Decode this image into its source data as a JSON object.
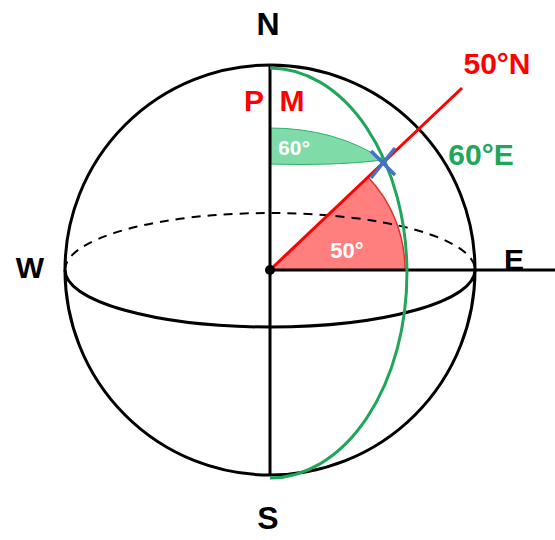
{
  "diagram": {
    "labels": [
      "N",
      "S",
      "W",
      "E",
      "P",
      "M",
      "50°N",
      "60°E",
      "60°",
      "50°"
    ]
  }
}
